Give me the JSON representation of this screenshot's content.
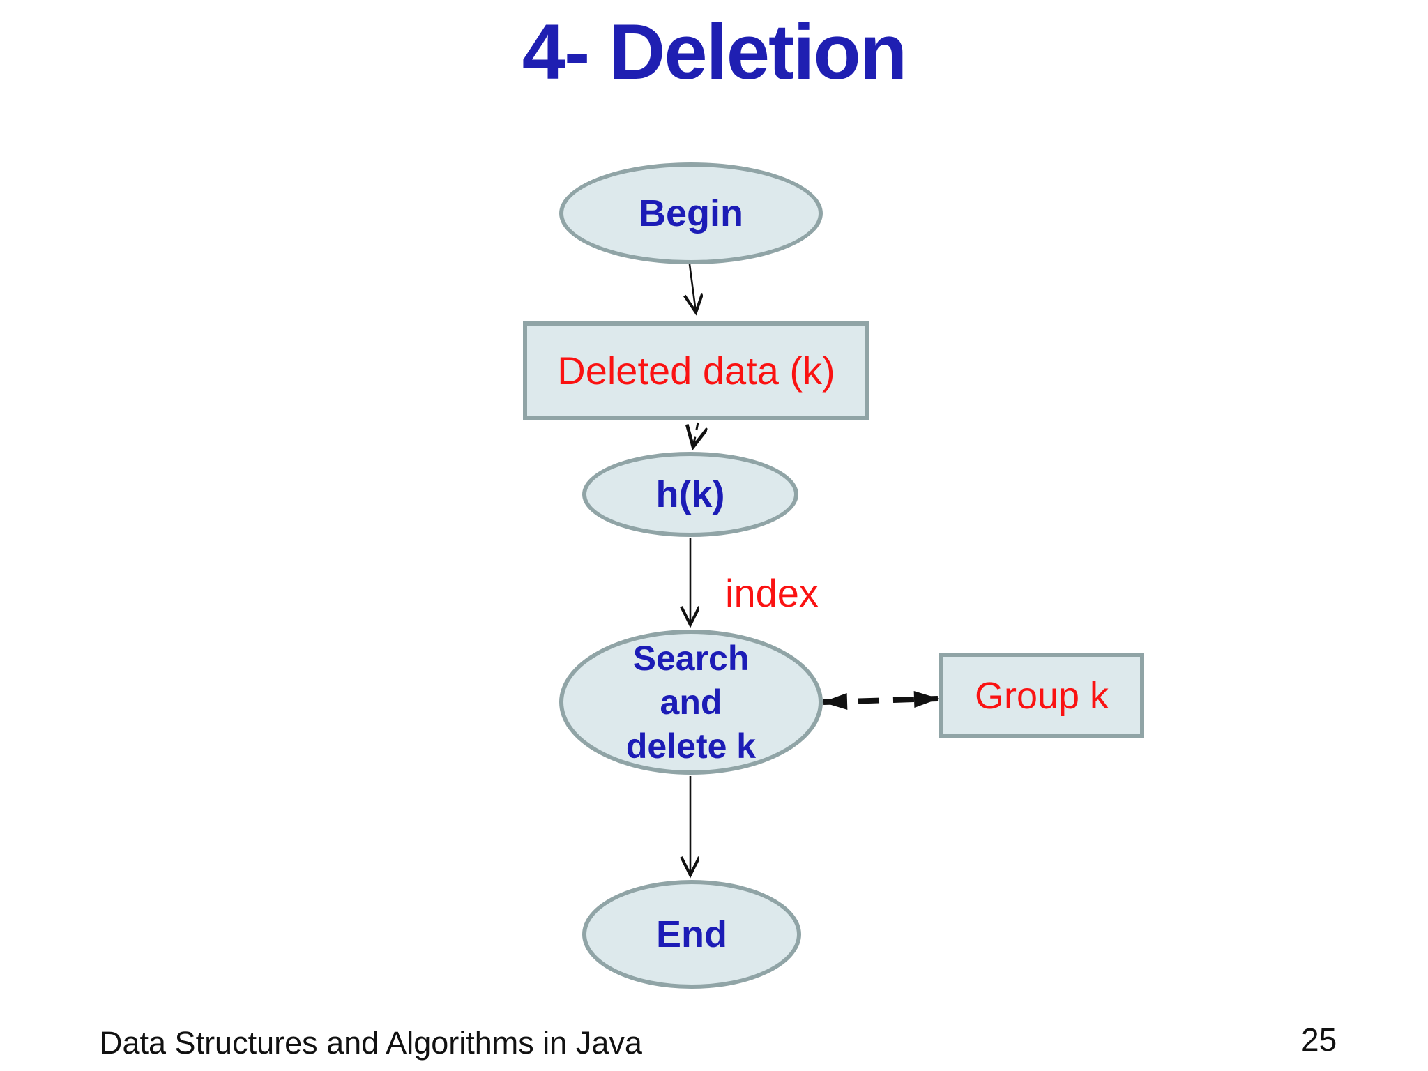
{
  "slide": {
    "title": "4- Deletion",
    "footer_left": "Data Structures and Algorithms in Java",
    "page_number": "25"
  },
  "colors": {
    "background": "#ffffff",
    "title_blue": "#1f1fb2",
    "node_text_blue": "#1c1cb6",
    "red_text": "#fa1212",
    "shape_fill": "#dde9ec",
    "shape_border": "#90a4a6",
    "arrow_color": "#111111"
  },
  "flowchart": {
    "nodes": {
      "begin": {
        "shape": "ellipse",
        "label": "Begin"
      },
      "deleted_data": {
        "shape": "rectangle",
        "label": "Deleted data (k)"
      },
      "hash_function": {
        "shape": "ellipse",
        "label": "h(k)"
      },
      "search_delete": {
        "shape": "ellipse",
        "lines": [
          "Search",
          "and",
          "delete k"
        ]
      },
      "group_k": {
        "shape": "rectangle",
        "label": "Group k"
      },
      "end": {
        "shape": "ellipse",
        "label": "End"
      }
    },
    "edge_labels": {
      "index": "index"
    }
  }
}
